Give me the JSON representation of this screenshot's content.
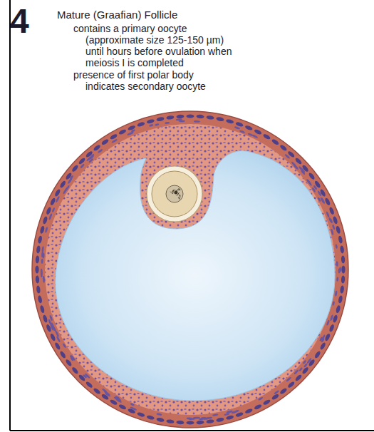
{
  "diagram": {
    "title": "Mature (Graafian) Follicle",
    "labels": [
      "4",
      "contains a primary oocyte (approximate size 125-150 µm) until hours before ovulation when meiosis I is completed",
      "presence of first polar body indicates secondary oocyte"
    ]
  }
}
